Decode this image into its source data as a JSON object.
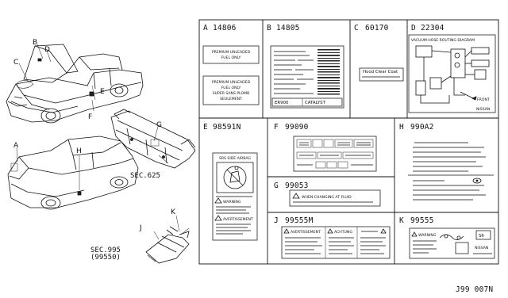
{
  "diagram_code": "J99 007N",
  "callouts": {
    "A": "A",
    "B": "B",
    "C": "C",
    "D": "D",
    "E": "E",
    "F": "F",
    "G": "G",
    "H": "H",
    "J": "J",
    "K": "K"
  },
  "section_refs": {
    "sec625": "SEC.625",
    "sec995": "SEC.995",
    "sec995_part": "(99550)"
  },
  "panels": {
    "A": {
      "letter": "A",
      "part": "14806",
      "label1": [
        "PREMIUM UNLEADED",
        "FUEL ONLY"
      ],
      "label2": [
        "PREMIUM UNLEADED",
        "FUEL ONLY",
        "SUPER SANS PLOMB",
        "SEULEMENT"
      ]
    },
    "B": {
      "letter": "B",
      "part": "14805",
      "footer_left": "ER900",
      "footer_right": "CATALYST"
    },
    "C": {
      "letter": "C",
      "part": "60170",
      "sign": "Hood Clear Coat"
    },
    "D": {
      "letter": "D",
      "part": "22304",
      "title": "VACUUM  HOSE  ROUTING  DIAGRAM",
      "front": "FRONT",
      "brand": "NISSAN"
    },
    "E": {
      "letter": "E",
      "part": "98591N",
      "heading": "SRS SIDE AIRBAG",
      "warn1": "WARNING",
      "warn2": "AVERTISSEMENT"
    },
    "F": {
      "letter": "F",
      "part": "99090"
    },
    "G": {
      "letter": "G",
      "part": "99053",
      "warning": "WHEN CHANGING AT FLUID"
    },
    "H": {
      "letter": "H",
      "part": "990A2"
    },
    "J": {
      "letter": "J",
      "part": "99555M",
      "warn1": "AVERTISSEMENT",
      "warn2": "ACHTUNG"
    },
    "K": {
      "letter": "K",
      "part": "99555",
      "warn": "WARNING",
      "code": "S6",
      "brand": "NISSAN"
    }
  }
}
